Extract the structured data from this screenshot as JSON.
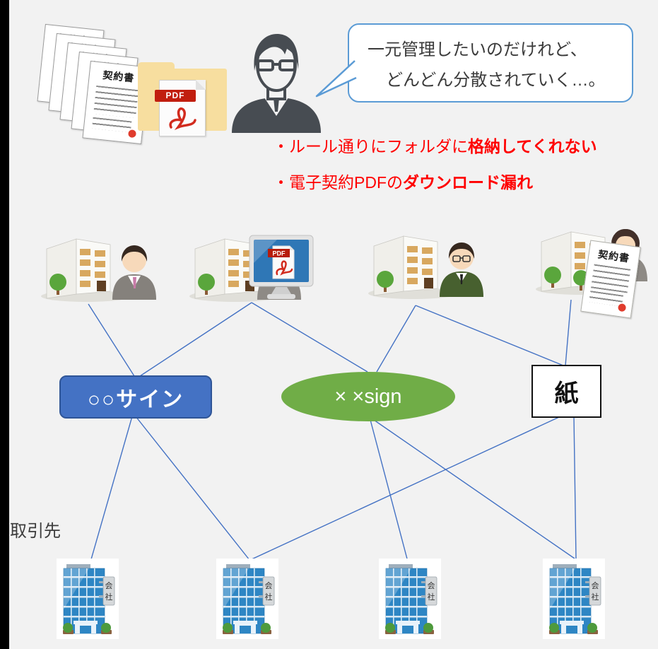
{
  "background": "#F2F2F2",
  "left_bar_color": "#000000",
  "accent_line_color": "#4472C4",
  "top": {
    "contract_stack": {
      "sheet_title": "契約書",
      "sheet_count": 5,
      "seal_color": "#E03C2D"
    },
    "pdf_folder": {
      "pdf_label": "PDF",
      "folder_color": "#F7DE9F",
      "pdf_red": "#C11E0F"
    },
    "speech_bubble": {
      "line1": "一元管理したいのだけれど、",
      "line2": "どんどん分散されていく…。",
      "border_color": "#5B9BD5"
    }
  },
  "issues": {
    "color": "#FF0000",
    "items": [
      {
        "lead": "・ルール通りにフォルダに",
        "emphasis": "格納してくれない"
      },
      {
        "lead": "・電子契約PDFの",
        "emphasis": "ダウンロード漏れ"
      }
    ]
  },
  "companies": {
    "monitor_pdf_label": "PDF",
    "contract_title": "契約書"
  },
  "services": [
    {
      "id": "maru-sign",
      "label": "○○サイン",
      "shape": "rounded-rectangle",
      "fill": "#4472C4",
      "border": "#2F5597",
      "text_color": "#FFFFFF"
    },
    {
      "id": "batsu-sign",
      "label": "× ×sign",
      "shape": "ellipse",
      "fill": "#70AD47",
      "text_color": "#FFFFFF"
    },
    {
      "id": "paper",
      "label": "紙",
      "shape": "rectangle",
      "fill": "#FFFFFF",
      "border": "#000000",
      "text_color": "#000000"
    }
  ],
  "partners": {
    "label": "取引先",
    "sign_chars": [
      "会",
      "社"
    ],
    "count": 4
  },
  "edges": [
    {
      "from": "company-1",
      "to": "maru-sign"
    },
    {
      "from": "company-2",
      "to": "maru-sign"
    },
    {
      "from": "company-2",
      "to": "batsu-sign"
    },
    {
      "from": "company-3",
      "to": "batsu-sign"
    },
    {
      "from": "company-3",
      "to": "paper"
    },
    {
      "from": "company-4",
      "to": "paper"
    },
    {
      "from": "maru-sign",
      "to": "partner-1"
    },
    {
      "from": "maru-sign",
      "to": "partner-2"
    },
    {
      "from": "batsu-sign",
      "to": "partner-3"
    },
    {
      "from": "batsu-sign",
      "to": "partner-4"
    },
    {
      "from": "paper",
      "to": "partner-2"
    },
    {
      "from": "paper",
      "to": "partner-4"
    }
  ]
}
